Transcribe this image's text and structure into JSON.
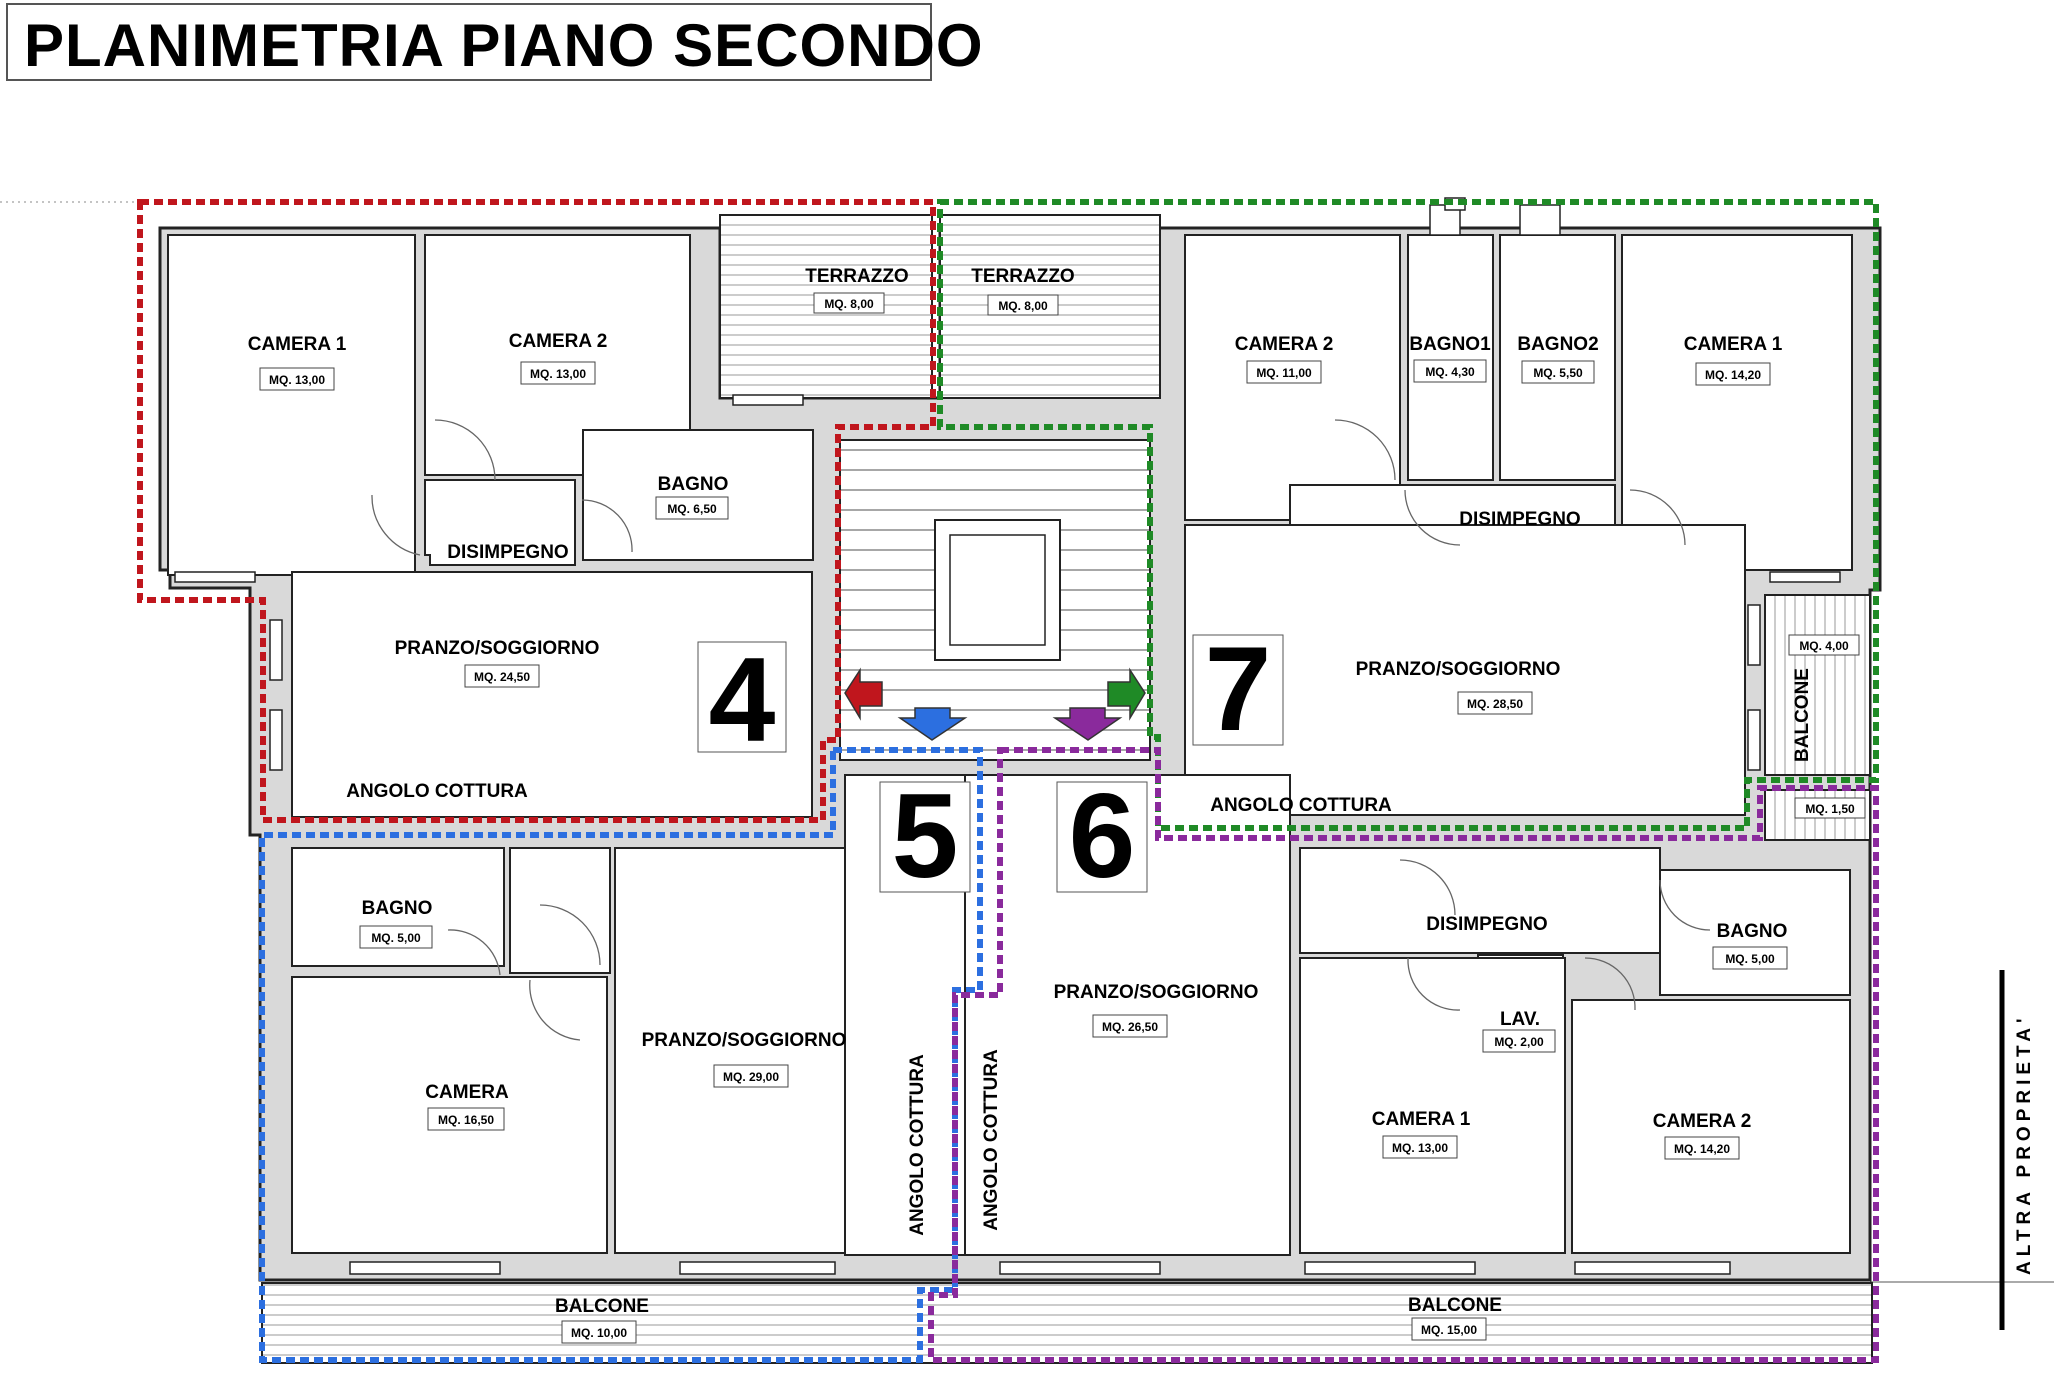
{
  "title": "PLANIMETRIA PIANO SECONDO",
  "side_note": "ALTRA PROPRIETA'",
  "colors": {
    "apt4": "#c0161d",
    "apt5": "#2c6fe0",
    "apt6": "#8a2a9c",
    "apt7": "#1f8a26",
    "wall": "#d9d9d9",
    "wall_edge": "#222222"
  },
  "apartments": [
    {
      "number": "4",
      "color_key": "apt4"
    },
    {
      "number": "5",
      "color_key": "apt5"
    },
    {
      "number": "6",
      "color_key": "apt6"
    },
    {
      "number": "7",
      "color_key": "apt7"
    }
  ],
  "rooms": {
    "a4_camera1": {
      "name": "CAMERA 1",
      "area": "MQ. 13,00"
    },
    "a4_camera2": {
      "name": "CAMERA 2",
      "area": "MQ. 13,00"
    },
    "a4_terrazzo": {
      "name": "TERRAZZO",
      "area": "MQ. 8,00"
    },
    "a4_bagno": {
      "name": "BAGNO",
      "area": "MQ. 6,50"
    },
    "a4_disimpegno": {
      "name": "DISIMPEGNO"
    },
    "a4_pranzo": {
      "name": "PRANZO/SOGGIORNO",
      "area": "MQ. 24,50"
    },
    "a4_cottura": {
      "name": "ANGOLO COTTURA"
    },
    "a7_terrazzo": {
      "name": "TERRAZZO",
      "area": "MQ. 8,00"
    },
    "a7_camera2": {
      "name": "CAMERA 2",
      "area": "MQ. 11,00"
    },
    "a7_bagno1": {
      "name": "BAGNO1",
      "area": "MQ. 4,30"
    },
    "a7_bagno2": {
      "name": "BAGNO2",
      "area": "MQ. 5,50"
    },
    "a7_camera1": {
      "name": "CAMERA 1",
      "area": "MQ. 14,20"
    },
    "a7_disimpegno": {
      "name": "DISIMPEGNO"
    },
    "a7_pranzo": {
      "name": "PRANZO/SOGGIORNO",
      "area": "MQ. 28,50"
    },
    "a7_cottura": {
      "name": "ANGOLO COTTURA"
    },
    "a7_balcone": {
      "name": "BALCONE",
      "area": "MQ. 4,00"
    },
    "a6_balcone_small_area": {
      "area": "MQ. 1,50"
    },
    "a5_bagno": {
      "name": "BAGNO",
      "area": "MQ. 5,00"
    },
    "a5_camera": {
      "name": "CAMERA",
      "area": "MQ. 16,50"
    },
    "a5_pranzo": {
      "name": "PRANZO/SOGGIORNO",
      "area": "MQ. 29,00"
    },
    "a5_cottura": {
      "name": "ANGOLO COTTURA"
    },
    "a5_balcone": {
      "name": "BALCONE",
      "area": "MQ. 10,00"
    },
    "a6_cottura": {
      "name": "ANGOLO COTTURA"
    },
    "a6_pranzo": {
      "name": "PRANZO/SOGGIORNO",
      "area": "MQ. 26,50"
    },
    "a6_disimpegno": {
      "name": "DISIMPEGNO"
    },
    "a6_bagno": {
      "name": "BAGNO",
      "area": "MQ. 5,00"
    },
    "a6_lav": {
      "name": "LAV.",
      "area": "MQ. 2,00"
    },
    "a6_camera1": {
      "name": "CAMERA 1",
      "area": "MQ. 13,00"
    },
    "a6_camera2": {
      "name": "CAMERA 2",
      "area": "MQ. 14,20"
    },
    "a6_balcone": {
      "name": "BALCONE",
      "area": "MQ. 15,00"
    }
  }
}
